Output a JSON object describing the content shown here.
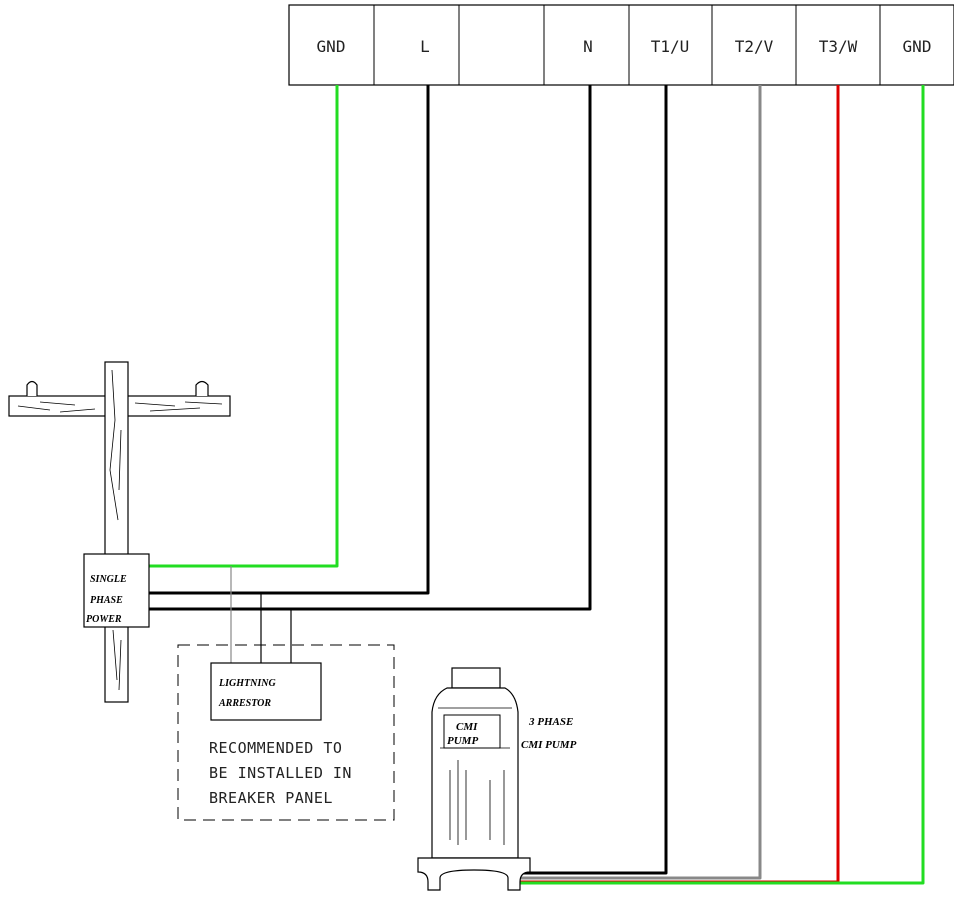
{
  "terminals": [
    "GND",
    "L",
    "",
    "N",
    "T1/U",
    "T2/V",
    "T3/W",
    "GND"
  ],
  "power_box": {
    "line1": "SINGLE",
    "line2": "PHASE",
    "line3": "POWER"
  },
  "arrestor": {
    "line1": "LIGHTNING",
    "line2": "ARRESTOR"
  },
  "note": {
    "line1": "RECOMMENDED TO",
    "line2": "BE INSTALLED IN",
    "line3": "BREAKER PANEL"
  },
  "pump": {
    "label1": "CMI",
    "label2": "PUMP",
    "caption1": "3 PHASE",
    "caption2": "CMI PUMP"
  },
  "colors": {
    "ground": "#22dd22",
    "line": "#000000",
    "t2": "#888888",
    "t3": "#dd0000"
  }
}
